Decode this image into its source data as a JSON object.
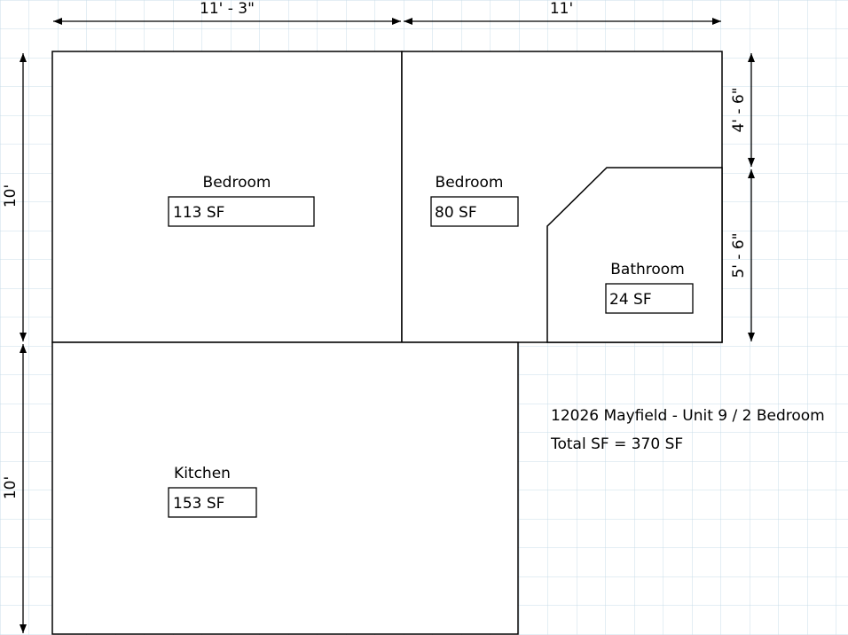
{
  "floor_plan": {
    "title": "12026 Mayfield - Unit 9 / 2 Bedroom",
    "total": "Total SF = 370 SF",
    "rooms": {
      "bedroom_1": {
        "label": "Bedroom",
        "area": "113 SF"
      },
      "bedroom_2": {
        "label": "Bedroom",
        "area": "80 SF"
      },
      "bathroom": {
        "label": "Bathroom",
        "area": "24 SF"
      },
      "kitchen": {
        "label": "Kitchen",
        "area": "153 SF"
      }
    },
    "dimensions": {
      "top_left": "11' - 3\"",
      "top_right": "11'",
      "left_upper": "10'",
      "left_lower": "10'",
      "right_upper": "4' - 6\"",
      "right_lower": "5' - 6\""
    }
  },
  "colors": {
    "grid": "#c8dce8",
    "wall": "#000000",
    "background": "#ffffff"
  }
}
